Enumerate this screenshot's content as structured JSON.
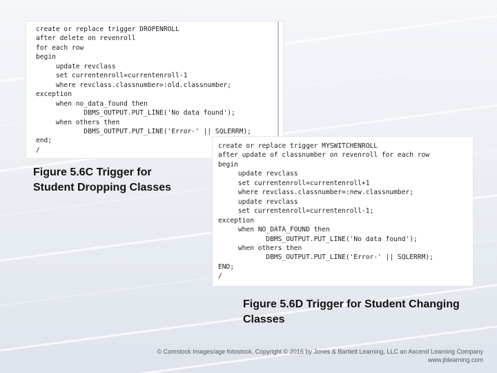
{
  "figure_c": {
    "code": "create or replace trigger DROPENROLL\nafter delete on revenroll\nfor each row\nbegin\n     update revclass\n     set currentenroll=currentenroll-1\n     where revclass.classnumber=:old.classnumber;\nexception\n     when no_data_found then\n            DBMS_OUTPUT.PUT_LINE('No data found');\n     when others then\n            DBMS_OUTPUT.PUT_LINE('Error-' || SQLERRM);\nend;\n/",
    "caption": "Figure 5.6C Trigger for Student Dropping Classes"
  },
  "figure_d": {
    "code": "create or replace trigger MYSWITCHENROLL\nafter update of classnumber on revenroll for each row\nbegin\n     update revclass\n     set currentenroll=currentenroll+1\n     where revclass.classnumber=:new.classnumber;\n     update revclass\n     set currentenroll=currentenroll-1;\nexception\n     when NO_DATA_FOUND then\n            DBMS_OUTPUT.PUT_LINE('No data found');\n     when others then\n            DBMS_OUTPUT.PUT_LINE('Error-' || SQLERRM);\nEND;\n/",
    "caption": "Figure 5.6D Trigger for Student Changing Classes"
  },
  "footer": {
    "copyright": "© Comstock Images/age fotostock. Copyright © 2016 by Jones & Bartlett Learning, LLC an Ascend Learning Company",
    "website": "www.jblearning.com"
  }
}
